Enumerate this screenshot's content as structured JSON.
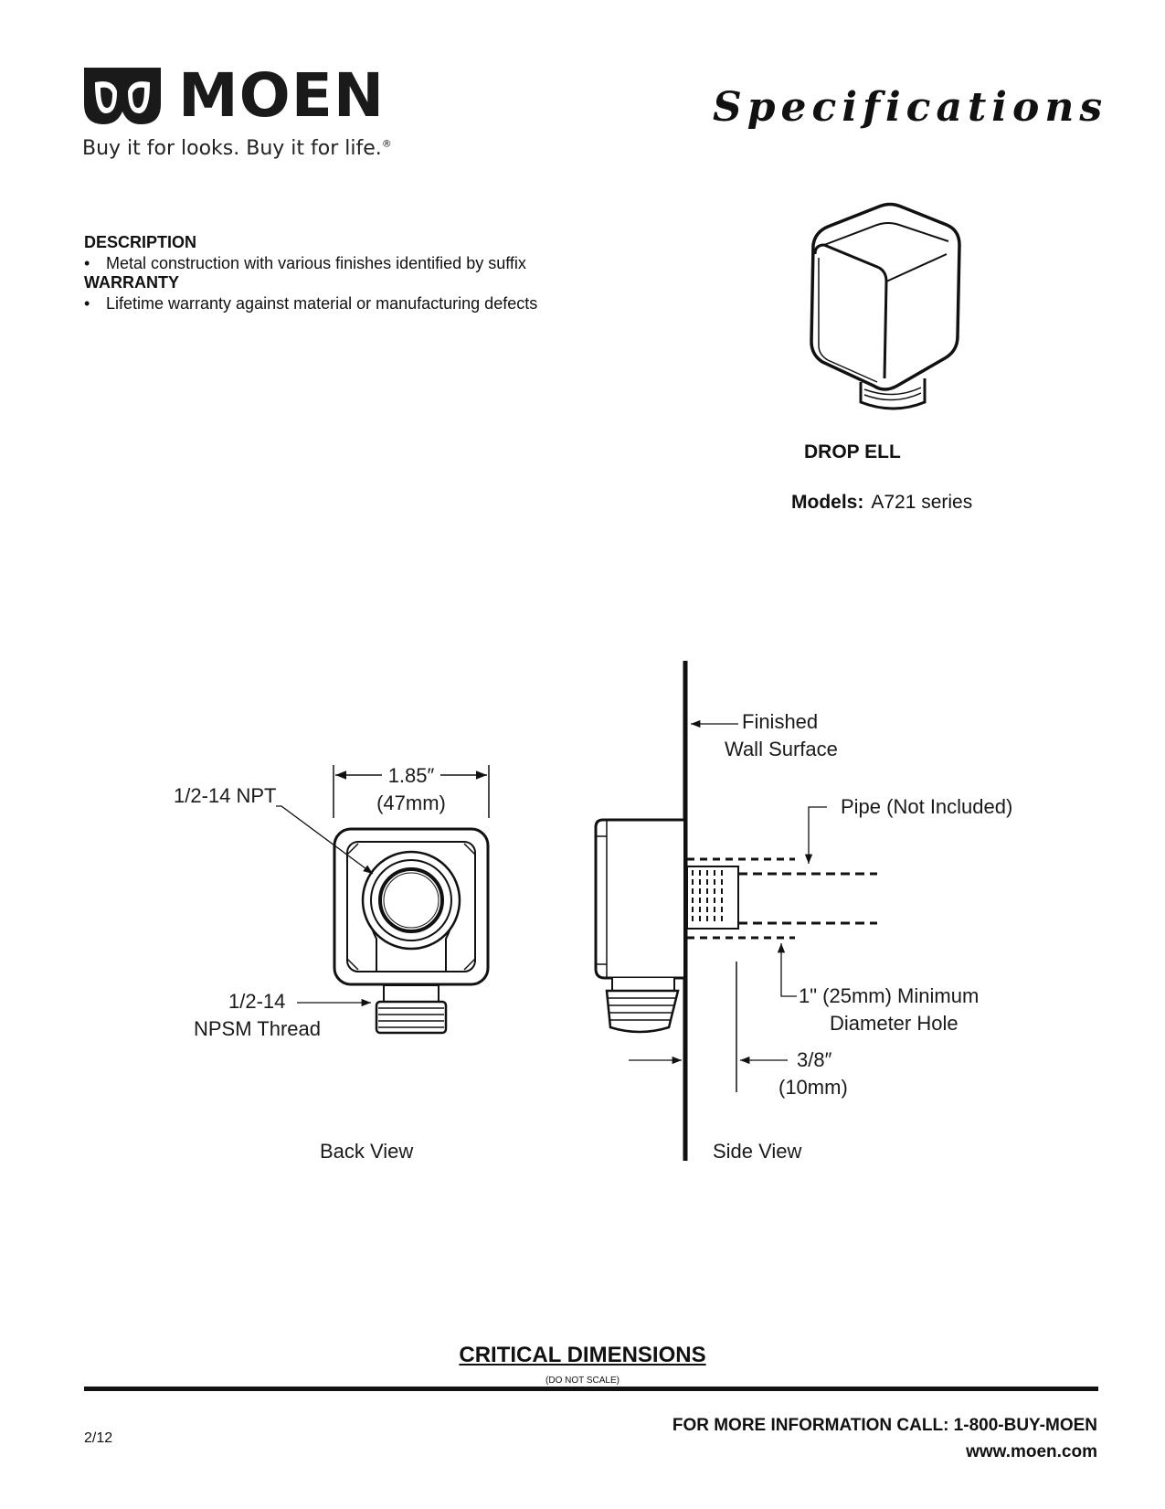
{
  "header": {
    "brand": "MOEN",
    "tagline": "Buy it for looks. Buy it for life.",
    "tagline_mark": "®",
    "title": "Specifications"
  },
  "description": {
    "heading": "DESCRIPTION",
    "items": [
      "Metal construction with various finishes identified by suffix"
    ]
  },
  "warranty": {
    "heading": "WARRANTY",
    "items": [
      "Lifetime warranty against material or manufacturing defects"
    ]
  },
  "product": {
    "name": "DROP ELL",
    "models_label": "Models:",
    "models_value": "A721 series"
  },
  "diagram": {
    "npt_label": "1/2-14 NPT",
    "width_dim": "1.85″",
    "width_dim_mm": "(47mm)",
    "thread_label_1": "1/2-14",
    "thread_label_2": "NPSM Thread",
    "finished_wall_1": "Finished",
    "finished_wall_2": "Wall Surface",
    "pipe_label": "Pipe (Not Included)",
    "hole_label_1": "1\" (25mm) Minimum",
    "hole_label_2": "Diameter Hole",
    "depth_dim": "3/8″",
    "depth_dim_mm": "(10mm)",
    "back_view": "Back View",
    "side_view": "Side View"
  },
  "footer": {
    "critical_title": "CRITICAL DIMENSIONS",
    "critical_sub": "(DO NOT SCALE)",
    "date": "2/12",
    "call_info": "FOR MORE INFORMATION CALL:  1-800-BUY-MOEN",
    "website": "www.moen.com"
  }
}
